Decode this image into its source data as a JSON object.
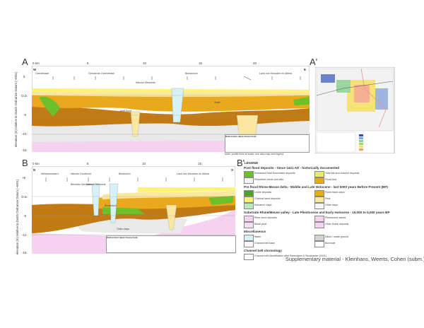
{
  "colors": {
    "levee": "#6cc02a",
    "sand_orange": "#e8a91e",
    "clay_brown": "#c17a14",
    "sand_yellow": "#fff27a",
    "pale_yellow": "#fbe8a0",
    "pleistocene_pink": "#f4d2f0",
    "grey": "#e8e8e8",
    "blue_fill": "#d7f2f6"
  },
  "panel_a": {
    "label": "A",
    "label_end": "A'",
    "km_ticks": [
      "0 km",
      "5",
      "10",
      "15",
      "20"
    ],
    "dir_left": "W",
    "dir_right": "E",
    "y_axis": "elevation (m) relative to Dutch Ordnance Datum (~MSL)",
    "y_ticks": [
      "5",
      "O.D.",
      "-5",
      "-10",
      "-15"
    ],
    "places": [
      "Overbetuwe",
      "Gemeente Overbetuwe",
      "Beesbosch",
      "Land van Heusden en Altena"
    ],
    "annotations": [
      "Nieuwe Merwede",
      "peat flood",
      "Stadt"
    ],
    "table_title": "Radiocarbon dated channel belts",
    "footnote": "Note: profile lines at scale; see also map and legend"
  },
  "panel_b": {
    "label": "B",
    "label_end": "B'",
    "km_ticks": [
      "0 km",
      "5",
      "10",
      "15"
    ],
    "dir_left": "N",
    "dir_right": "S",
    "y_axis": "elevation (m) relative to Dutch Ordnance Datum (~MSL)",
    "y_ticks": [
      "+5",
      "O.D.",
      "-5",
      "-10",
      "-15"
    ],
    "places": [
      "Alblasserwaard",
      "Nieuwe Dordrecht",
      "Biesbosch",
      "Land van Heusden en Altena"
    ],
    "annotations": [
      "Beneden Merwede",
      "Nieuwe Merwede",
      "Biesbosch",
      "Older clays"
    ],
    "table_title": "Radiocarbon dated channel belts"
  },
  "legend": {
    "label": "B'",
    "title": "LEGEND",
    "sections": [
      {
        "heading": "Post flood deposits - Since 1421 AD - historically documented",
        "items": [
          "Embanked tidal flood basin deposits",
          "Tidal flat and channel deposits",
          "Reworked sands and silts",
          "Flood bed"
        ]
      },
      {
        "heading": "Pre flood Rhine-Meuse delta - Middle and Late Holocene - last 5000 years Before Present (BP)",
        "items": [
          "Levee deposits",
          "Flood basin clays",
          "Channel sand deposits",
          "Peat",
          "Estuarine clays",
          "Older clays"
        ]
      },
      {
        "heading": "Substrate Rhine/Meuse valley - Late Pleistocene and Early Holocene - 15,000 to 5,000 years BP",
        "items": [
          "River dune deposits",
          "Pleistocene sands",
          "Basal peat",
          "Older fluvial deposits"
        ]
      },
      {
        "heading": "Miscellaneous",
        "items": [
          "Water",
          "Dikes / made ground",
          "Channel belt base",
          "Borehole"
        ]
      },
      {
        "heading": "Channel belt chronology",
        "items": [
          "Channel belt identification after Berendsen & Stouthamer (2001)"
        ]
      }
    ]
  },
  "footer": "Supplementary material - Kleinhans, Weerts, Cohen (subm.)"
}
